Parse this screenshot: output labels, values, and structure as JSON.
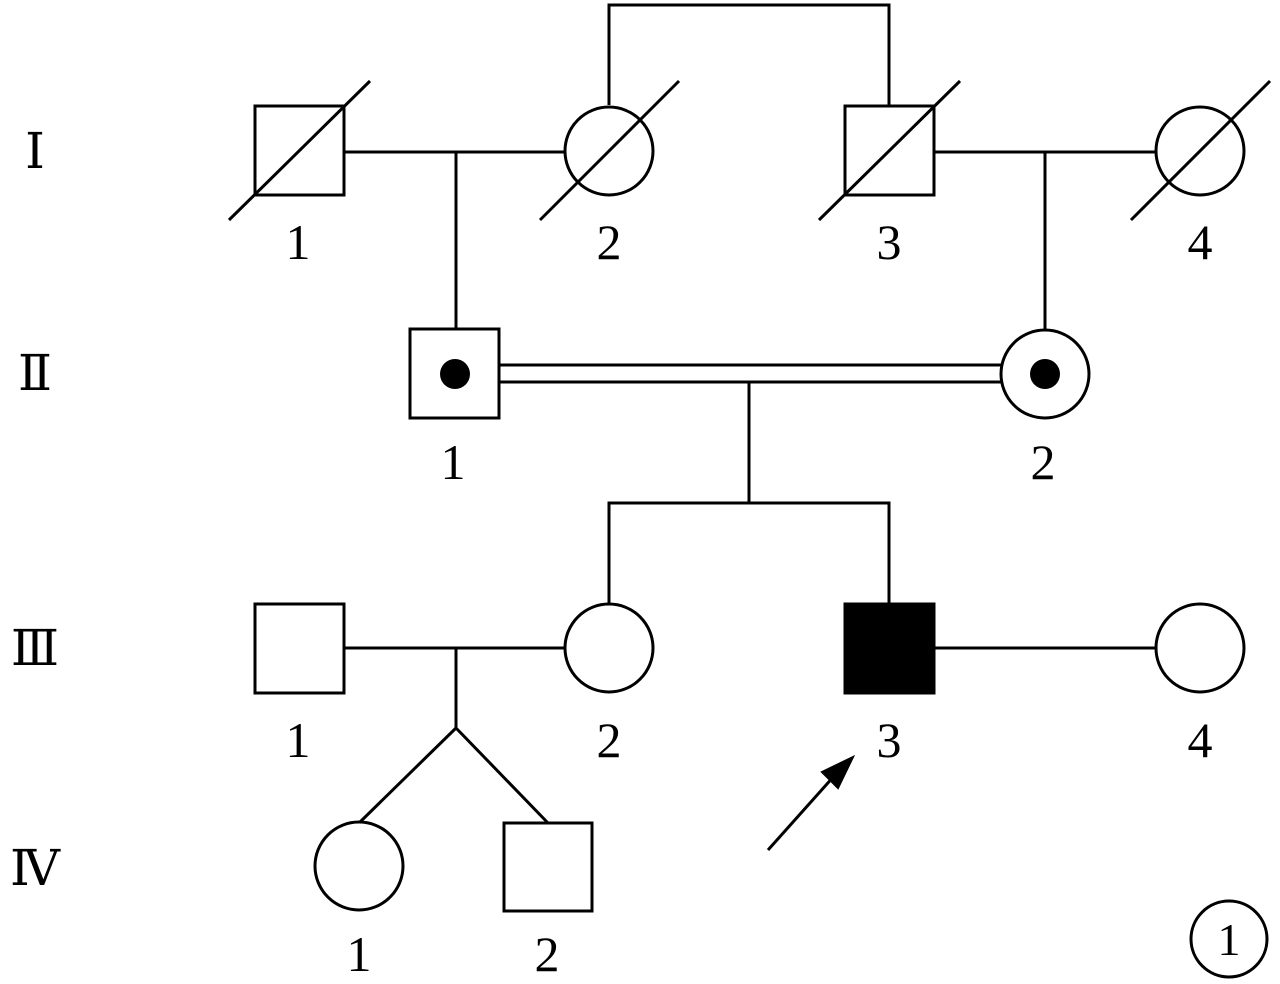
{
  "generations": {
    "g1": "Ⅰ",
    "g2": "Ⅱ",
    "g3": "Ⅲ",
    "g4": "Ⅳ"
  },
  "individuals": {
    "I1": {
      "label": "1",
      "sex": "male",
      "status": "deceased"
    },
    "I2": {
      "label": "2",
      "sex": "female",
      "status": "deceased"
    },
    "I3": {
      "label": "3",
      "sex": "male",
      "status": "deceased"
    },
    "I4": {
      "label": "4",
      "sex": "female",
      "status": "deceased"
    },
    "II1": {
      "label": "1",
      "sex": "male",
      "status": "carrier"
    },
    "II2": {
      "label": "2",
      "sex": "female",
      "status": "carrier"
    },
    "III1": {
      "label": "1",
      "sex": "male",
      "status": "unaffected"
    },
    "III2": {
      "label": "2",
      "sex": "female",
      "status": "unaffected"
    },
    "III3": {
      "label": "3",
      "sex": "male",
      "status": "affected",
      "proband": true
    },
    "III4": {
      "label": "4",
      "sex": "female",
      "status": "unaffected"
    },
    "IV1": {
      "label": "1",
      "sex": "female",
      "status": "unaffected"
    },
    "IV2": {
      "label": "2",
      "sex": "male",
      "status": "unaffected"
    }
  },
  "relationships": {
    "consanguineous_couple": [
      "II1",
      "II2"
    ],
    "siblings_of_generation_I": [
      "I2",
      "I3"
    ],
    "twins": [
      "IV1",
      "IV2"
    ]
  },
  "panel_label": "1",
  "colors": {
    "line": "#000000",
    "background": "#ffffff",
    "affected_fill": "#000000"
  }
}
